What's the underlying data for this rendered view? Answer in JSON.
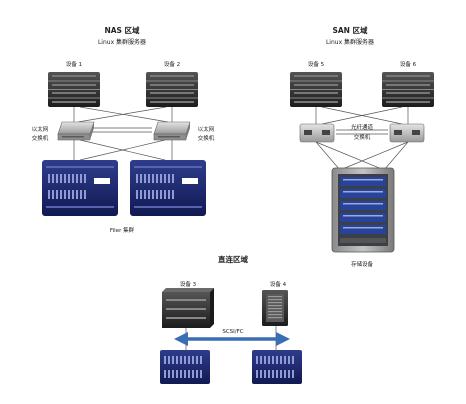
{
  "nas": {
    "title": "NAS 区域",
    "subtitle": "Linux 集群服务器",
    "device1": "设备 1",
    "device2": "设备 2",
    "switch_left": [
      "以太网",
      "交换机"
    ],
    "switch_right": [
      "以太网",
      "交换机"
    ],
    "filer": "Filer 集群"
  },
  "san": {
    "title": "SAN 区域",
    "subtitle": "Linux 集群服务器",
    "device5": "设备 5",
    "device6": "设备 6",
    "fc_switch": [
      "光纤通道",
      "交换机"
    ],
    "storage": "存储设备"
  },
  "direct": {
    "title": "直连区域",
    "device3": "设备 3",
    "device4": "设备 4",
    "link": "SCSI/FC"
  },
  "colors": {
    "server_dark": "#2e2e2e",
    "storage_navy": "#1e2a6e",
    "arrow_blue": "#3a6db4",
    "switch_gray": "#b8b8b8"
  }
}
